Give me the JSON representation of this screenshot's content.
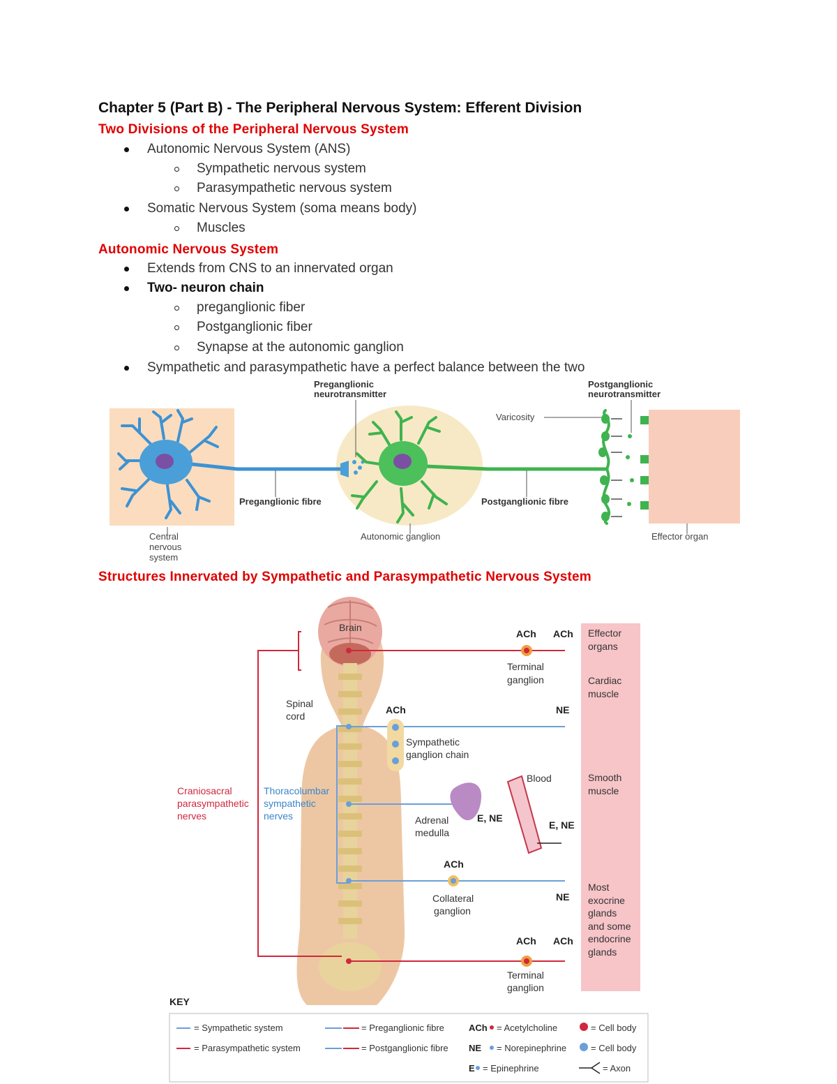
{
  "title": "Chapter 5 (Part B) - The Peripheral Nervous System: Efferent Division",
  "section1": {
    "heading": "Two Divisions of the Peripheral Nervous System",
    "items": [
      {
        "text": "Autonomic Nervous System (ANS)",
        "level": 1
      },
      {
        "text": "Sympathetic nervous system",
        "level": 2
      },
      {
        "text": "Parasympathetic nervous system",
        "level": 2
      },
      {
        "text": "Somatic Nervous System (soma means body)",
        "level": 1
      },
      {
        "text": "Muscles",
        "level": 2
      }
    ]
  },
  "section2": {
    "heading": "Autonomic Nervous System",
    "items": [
      {
        "text": "Extends from CNS to an innervated organ",
        "level": 1
      },
      {
        "text": "Two- neuron chain",
        "level": 1,
        "bold": true
      },
      {
        "text": "preganglionic fiber",
        "level": 2
      },
      {
        "text": "Postganglionic fiber",
        "level": 2
      },
      {
        "text": "Synapse at the autonomic ganglion",
        "level": 2
      },
      {
        "text": "Sympathetic and parasympathetic have a perfect balance between the two",
        "level": 1
      }
    ]
  },
  "figure1": {
    "pre_nt_1": "Preganglionic",
    "pre_nt_2": "neurotransmitter",
    "post_nt_1": "Postganglionic",
    "post_nt_2": "neurotransmitter",
    "varicosity": "Varicosity",
    "pre_fibre": "Preganglionic fibre",
    "post_fibre": "Postganglionic fibre",
    "cns_1": "Central",
    "cns_2": "nervous",
    "cns_3": "system",
    "ganglion": "Autonomic ganglion",
    "effector": "Effector organ"
  },
  "section3": {
    "heading": "Structures Innervated by Sympathetic and Parasympathetic Nervous System"
  },
  "figure2": {
    "brain": "Brain",
    "spinal_1": "Spinal",
    "spinal_2": "cord",
    "cranio_1": "Craniosacral",
    "cranio_2": "parasympathetic",
    "cranio_3": "nerves",
    "thoraco_1": "Thoracolumbar",
    "thoraco_2": "sympathetic",
    "thoraco_3": "nerves",
    "ach": "ACh",
    "ne": "NE",
    "e_ne": "E, NE",
    "terminal_1": "Terminal",
    "terminal_2": "ganglion",
    "chain_1": "Sympathetic",
    "chain_2": "ganglion chain",
    "adrenal_1": "Adrenal",
    "adrenal_2": "medulla",
    "blood": "Blood",
    "collateral_1": "Collateral",
    "collateral_2": "ganglion",
    "effector_1": "Effector",
    "effector_2": "organs",
    "cardiac_1": "Cardiac",
    "cardiac_2": "muscle",
    "smooth_1": "Smooth",
    "smooth_2": "muscle",
    "glands_1": "Most",
    "glands_2": "exocrine",
    "glands_3": "glands",
    "glands_4": "and some",
    "glands_5": "endocrine",
    "glands_6": "glands",
    "key_title": "KEY",
    "key": {
      "symp": "= Sympathetic system",
      "para": "= Parasympathetic system",
      "pre": "= Preganglionic fibre",
      "post": "= Postganglionic fibre",
      "ach": "ACh",
      "ach_def": "= Acetylcholine",
      "ne": "NE",
      "ne_def": "= Norepinephrine",
      "e": "E",
      "e_def": "= Epinephrine",
      "cell_body_red": "= Cell body",
      "cell_body_blue": "= Cell body",
      "axon": "= Axon"
    }
  },
  "colors": {
    "heading_red": "#e00000",
    "sympathetic_blue": "#6a9fd8",
    "parasympathetic_red": "#d0283c",
    "neuron_blue": "#4a9fd8",
    "neuron_green": "#3fb34f",
    "effector_pink": "#f5c8b8",
    "ganglion_tan": "#f7e9c6"
  }
}
